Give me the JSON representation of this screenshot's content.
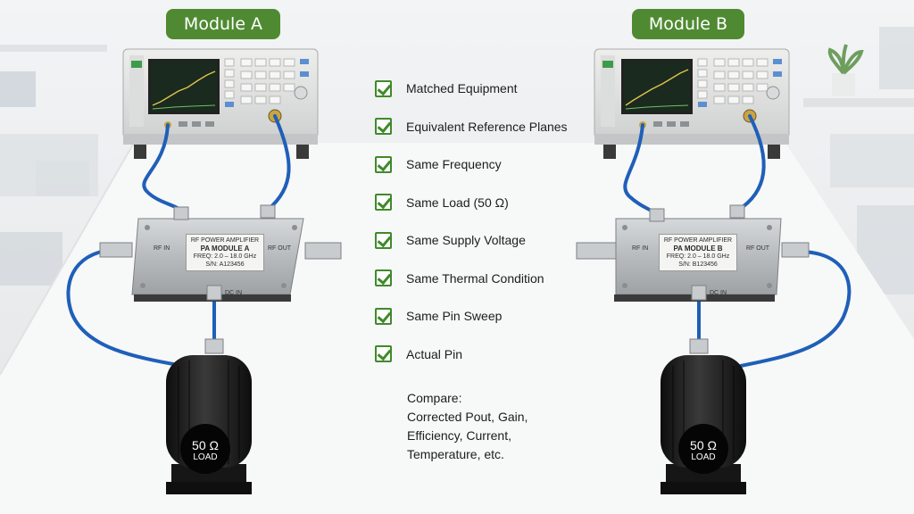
{
  "modules": [
    {
      "badge": "Module A",
      "label_header": "RF POWER AMPLIFIER",
      "label_name": "PA MODULE A",
      "label_freq": "FREQ: 2.0 – 18.0 GHz",
      "label_sn": "S/N: A123456",
      "port_in": "RF IN",
      "port_out": "RF OUT",
      "port_dc": "DC IN",
      "load_value": "50 Ω",
      "load_word": "LOAD"
    },
    {
      "badge": "Module B",
      "label_header": "RF POWER AMPLIFIER",
      "label_name": "PA MODULE B",
      "label_freq": "FREQ: 2.0 – 18.0 GHz",
      "label_sn": "S/N: B123456",
      "port_in": "RF IN",
      "port_out": "RF OUT",
      "port_dc": "DC IN",
      "load_value": "50 Ω",
      "load_word": "LOAD"
    }
  ],
  "checklist": [
    "Matched Equipment",
    "Equivalent Reference Planes",
    "Same Frequency",
    "Same Load (50 Ω)",
    "Same Supply Voltage",
    "Same Thermal Condition",
    "Same Pin Sweep",
    "Actual Pin"
  ],
  "compare": {
    "heading": "Compare:",
    "lines": [
      "Corrected Pout, Gain,",
      "Efficiency, Current,",
      "Temperature, etc."
    ]
  },
  "colors": {
    "badge": "#4f8a32",
    "check": "#3f8a2b",
    "cable": "#1f5fb8",
    "load": "#1a1a1a",
    "module": "#bfc3c6"
  }
}
